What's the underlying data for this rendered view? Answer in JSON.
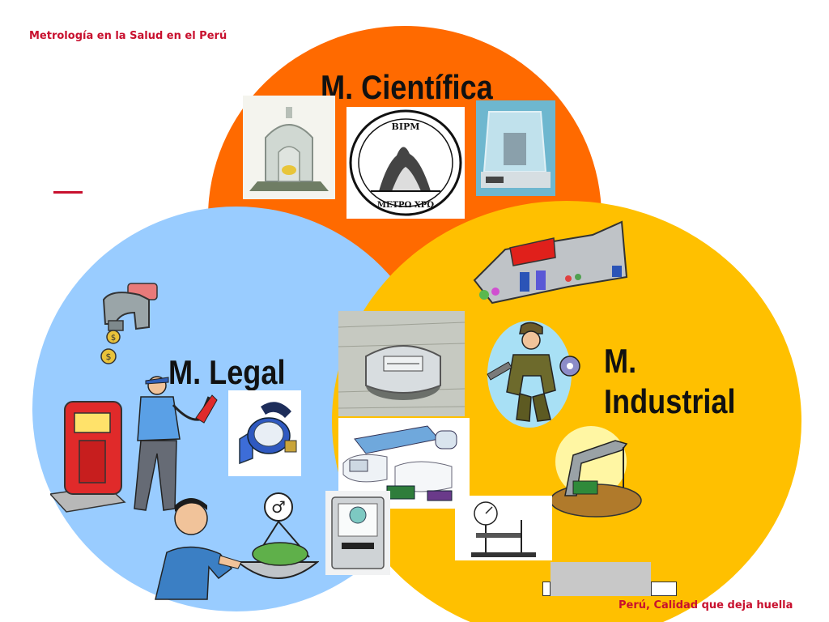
{
  "header": {
    "title": "Metrología en la Salud en el Perú"
  },
  "footer": {
    "slogan": "Perú, Calidad que deja huella"
  },
  "diagram": {
    "circles": [
      {
        "id": "cientifica",
        "label": "M. Científica",
        "color": "#ff6a00"
      },
      {
        "id": "legal",
        "label": "M. Legal",
        "color": "#99ccff"
      },
      {
        "id": "industrial",
        "label_line1": "M.",
        "label_line2": "Industrial",
        "color": "#ffc000"
      }
    ],
    "seal_text_top": "BIPM",
    "seal_text_bottom": "METPΩ XPΩ",
    "colors": {
      "accent_red": "#c8102e",
      "text_dark": "#111111"
    },
    "icons": [
      "kilogram-prototype-icon",
      "bipm-seal-icon",
      "analytical-balance-icon",
      "factory-icon",
      "water-tap-icon",
      "electricity-meter-icon",
      "worker-icon",
      "gas-pump-attendant-icon",
      "water-meter-icon",
      "flow-meters-icon",
      "oil-pumpjack-icon",
      "vendor-scale-icon",
      "electric-meter-icon",
      "pressure-gauge-icon"
    ]
  }
}
